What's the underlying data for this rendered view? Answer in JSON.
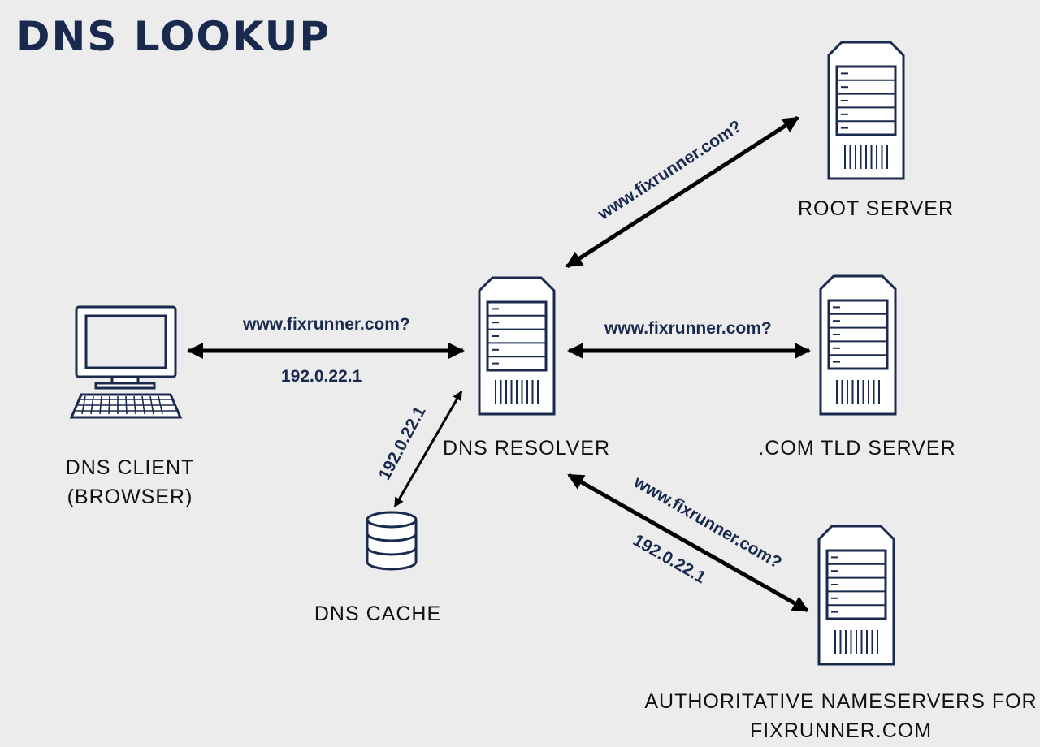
{
  "title": "DNS LOOKUP",
  "nodes": {
    "client": {
      "line1": "DNS CLIENT",
      "line2": "(BROWSER)"
    },
    "resolver": {
      "label": "DNS RESOLVER"
    },
    "cache": {
      "label": "DNS CACHE"
    },
    "root": {
      "label": "ROOT SERVER"
    },
    "tld": {
      "label": ".COM TLD SERVER"
    },
    "auth": {
      "line1": "AUTHORITATIVE NAMESERVERS FOR",
      "line2": "FIXRUNNER.COM"
    }
  },
  "edges": {
    "client_resolver": {
      "query": "www.fixrunner.com?",
      "answer": "192.0.22.1"
    },
    "resolver_root": {
      "query": "www.fixrunner.com?"
    },
    "resolver_tld": {
      "query": "www.fixrunner.com?"
    },
    "resolver_auth": {
      "query": "www.fixrunner.com?",
      "answer": "192.0.22.1"
    },
    "resolver_cache": {
      "answer": "192.0.22.1"
    }
  },
  "colors": {
    "background": "#ececec",
    "navy": "#1a2a4e",
    "arrow": "#000000",
    "icon_stroke": "#1a2a4e",
    "icon_fill": "#ffffff"
  },
  "icons": {
    "client": "desktop-computer-icon",
    "server": "server-tower-icon",
    "cache": "database-icon"
  }
}
